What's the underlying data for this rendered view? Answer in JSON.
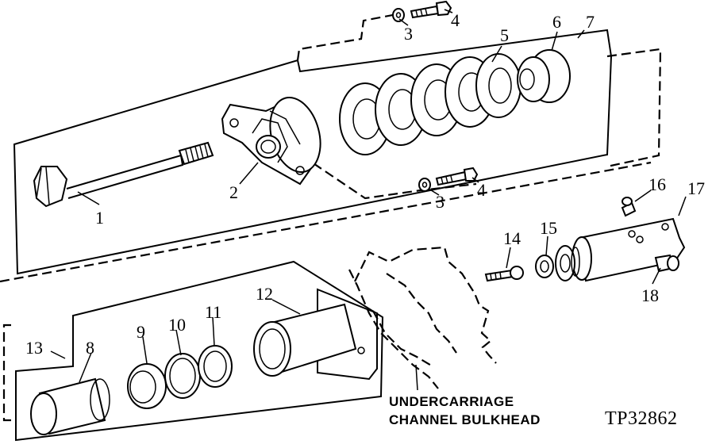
{
  "callouts": [
    {
      "id": "1",
      "label": "1"
    },
    {
      "id": "2",
      "label": "2"
    },
    {
      "id": "3a",
      "label": "3"
    },
    {
      "id": "4a",
      "label": "4"
    },
    {
      "id": "3b",
      "label": "3"
    },
    {
      "id": "4b",
      "label": "4"
    },
    {
      "id": "5",
      "label": "5"
    },
    {
      "id": "6",
      "label": "6"
    },
    {
      "id": "7",
      "label": "7"
    },
    {
      "id": "8",
      "label": "8"
    },
    {
      "id": "9",
      "label": "9"
    },
    {
      "id": "10",
      "label": "10"
    },
    {
      "id": "11",
      "label": "11"
    },
    {
      "id": "12",
      "label": "12"
    },
    {
      "id": "13",
      "label": "13"
    },
    {
      "id": "14",
      "label": "14"
    },
    {
      "id": "15",
      "label": "15"
    },
    {
      "id": "16",
      "label": "16"
    },
    {
      "id": "17",
      "label": "17"
    },
    {
      "id": "18",
      "label": "18"
    }
  ],
  "bulkhead_caption": {
    "line1": "UNDERCARRIAGE",
    "line2": "CHANNEL BULKHEAD"
  },
  "reference": "TP32862"
}
